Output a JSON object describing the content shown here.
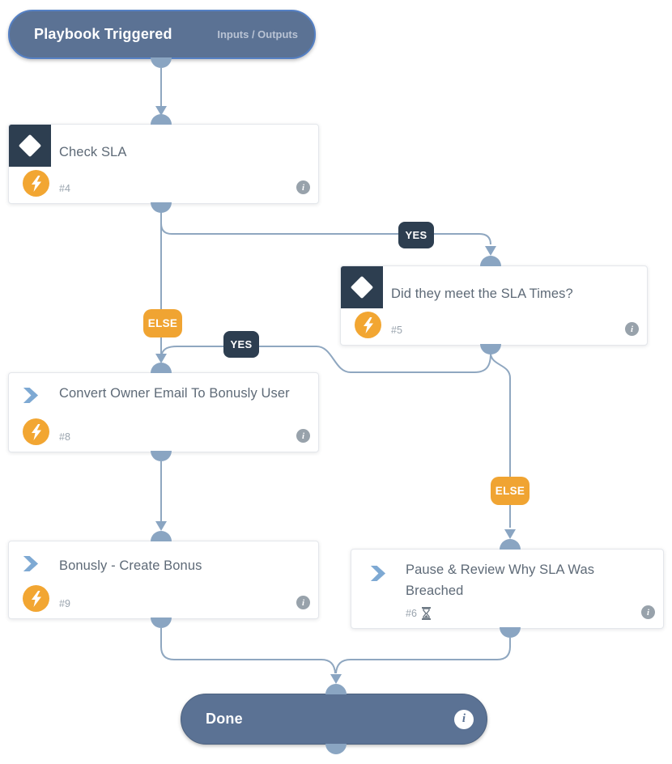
{
  "trigger": {
    "title": "Playbook Triggered",
    "link_label": "Inputs / Outputs"
  },
  "tasks": {
    "check_sla": {
      "title": "Check SLA",
      "number": "#4",
      "type": "condition"
    },
    "sla_times": {
      "title": "Did they meet the SLA Times?",
      "number": "#5",
      "type": "condition"
    },
    "convert": {
      "title": "Convert Owner Email To Bonusly User",
      "number": "#8",
      "type": "task"
    },
    "bonusly": {
      "title": "Bonusly - Create Bonus",
      "number": "#9",
      "type": "task"
    },
    "pause": {
      "title": "Pause & Review Why SLA Was Breached",
      "number": "#6",
      "type": "task-with-timer"
    }
  },
  "done": {
    "title": "Done"
  },
  "edge_labels": {
    "yes_to_sla_times": "YES",
    "yes_to_convert": "YES",
    "else_to_convert": "ELSE",
    "else_to_pause": "ELSE"
  },
  "icons": {
    "condition": "diamond-icon",
    "automation": "lightning-icon",
    "subtask": "chevron-right-icon",
    "timer": "hourglass-icon",
    "details": "info-icon"
  },
  "colors": {
    "pill_fill": "#5b7294",
    "pill_border": "#5580c4",
    "connector_line": "#8fa7c0",
    "connector_node": "#8aa5c2",
    "condition_square": "#2d3e50",
    "yes_badge": "#2d3e50",
    "else_badge": "#f0a432",
    "lightning_circle": "#f2a632",
    "chevron": "#7ea9d3",
    "card_title_text": "#5e6a77",
    "muted_text": "#9aa4ae",
    "card_border": "#e4e7eb"
  }
}
